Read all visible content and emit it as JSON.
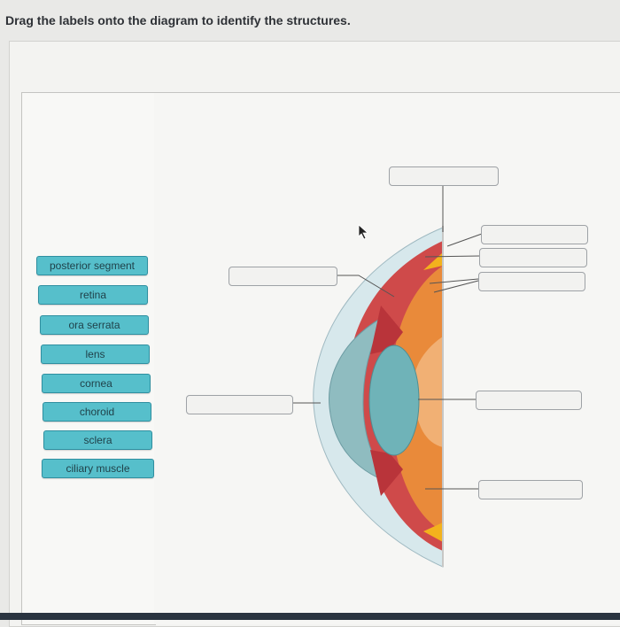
{
  "instruction": "Drag the labels onto the diagram to identify the structures.",
  "label_bank": [
    "posterior segment",
    "retina",
    "ora serrata",
    "lens",
    "cornea",
    "choroid",
    "sclera",
    "ciliary muscle"
  ],
  "colors": {
    "chip_fill": "#56bfcb",
    "chip_border": "#2f8fa0",
    "target_border": "#9ea2a6"
  }
}
